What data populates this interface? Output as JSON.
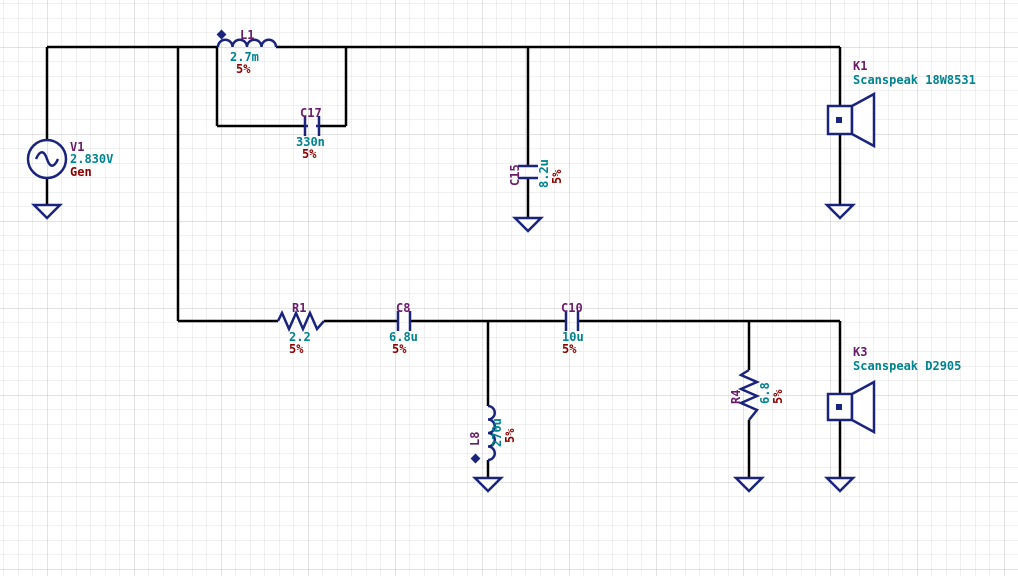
{
  "colors": {
    "wire": "#000000",
    "component": "#1a237e",
    "name_label": "#6a1b6a",
    "value_label": "#00838f",
    "tolerance_label": "#8b0000",
    "grid": "#d0d0d0"
  },
  "components": {
    "v1": {
      "name": "V1",
      "value": "2.830V",
      "extra": "Gen"
    },
    "l1": {
      "name": "L1",
      "value": "2.7m",
      "tol": "5%"
    },
    "c17": {
      "name": "C17",
      "value": "330n",
      "tol": "5%"
    },
    "c15": {
      "name": "C15",
      "value": "8.2u",
      "tol": "5%"
    },
    "k1": {
      "name": "K1",
      "value": "Scanspeak 18W8531"
    },
    "r1": {
      "name": "R1",
      "value": "2.2",
      "tol": "5%"
    },
    "c8": {
      "name": "C8",
      "value": "6.8u",
      "tol": "5%"
    },
    "c10": {
      "name": "C10",
      "value": "10u",
      "tol": "5%"
    },
    "l8": {
      "name": "L8",
      "value": "270u",
      "tol": "5%"
    },
    "r4": {
      "name": "R4",
      "value": "6.8",
      "tol": "5%"
    },
    "k3": {
      "name": "K3",
      "value": "Scanspeak D2905"
    }
  }
}
